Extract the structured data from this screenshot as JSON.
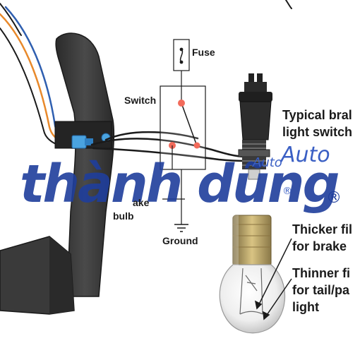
{
  "labels": {
    "fuse": "Fuse",
    "switch": "Switch",
    "bulb": "bulb",
    "bulb_partial": "ake",
    "ground": "Ground",
    "typical_line1": "Typical bral",
    "typical_line2": "light switch",
    "thicker_line1": "Thicker fil",
    "thicker_line2": "for brake",
    "thinner_line1": "Thinner fi",
    "thinner_line2": "for tail/pa",
    "thinner_line3": "light"
  },
  "watermark": {
    "brand": "thành dũng",
    "auto_small": "Auto",
    "auto_large": "Auto",
    "registered": "®",
    "color_main": "#1f3e9c",
    "color_accent": "#3a5fc4"
  },
  "colors": {
    "pedal": "#3a3a3a",
    "node": "#f26b5b",
    "wire_orange": "#e8892b",
    "wire_blue": "#2f5fb0",
    "connector": "#4aa3e0"
  },
  "icons": [
    "brake-pedal-icon",
    "brake-light-switch-icon",
    "bulb-icon",
    "fuse-icon",
    "ground-icon"
  ]
}
